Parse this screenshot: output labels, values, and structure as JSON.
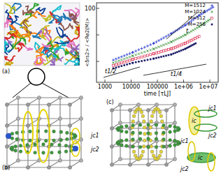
{
  "diagram": {
    "labels": [
      "(a)",
      "(b)",
      "(c)",
      "100",
      "1000",
      "10000",
      "100000",
      "1e+06",
      "1e+07",
      "time [τLJ]",
      "<δrs2> / <Re2(M)>",
      "t",
      "t1/2",
      "t1/4",
      "jc1",
      "jc2",
      "jc1",
      "ic",
      "jc2",
      "jc1",
      "ic",
      "jc2"
    ],
    "legend": [
      {
        "text": "M=1512",
        "color": "#2233cc"
      },
      {
        "text": "M=1024",
        "color": "#2a8a2a"
      },
      {
        "text": "M=512",
        "color": "#dd3355"
      },
      {
        "text": "M=256",
        "color": "#1a1a66"
      }
    ]
  }
}
